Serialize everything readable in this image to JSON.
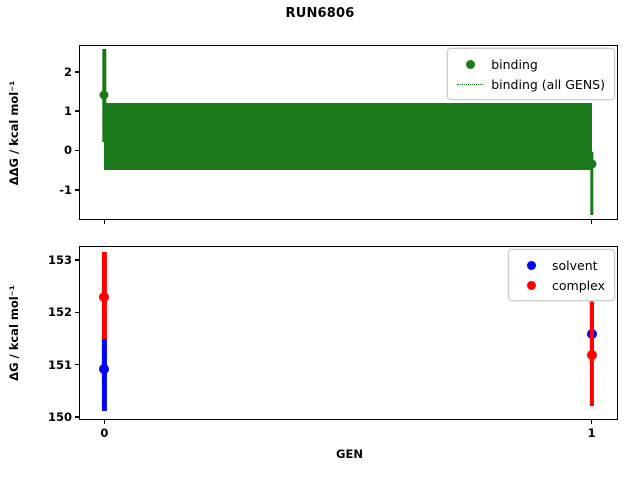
{
  "figure": {
    "title": "RUN6806",
    "xlabel": "GEN"
  },
  "colors": {
    "binding": "#1a7a1a",
    "solvent": "#0000ff",
    "complex": "#ff0000",
    "axis": "#000000",
    "background": "#ffffff"
  },
  "panels": {
    "top": {
      "ylabel": "ΔΔG / kcal mol⁻¹",
      "yticks": [
        "-1",
        "0",
        "1",
        "2"
      ],
      "legend": [
        {
          "label": "binding",
          "key": "marker",
          "color": "#1a7a1a"
        },
        {
          "label": "binding (all GENS)",
          "key": "dotted-line",
          "color": "#1a7a1a"
        }
      ]
    },
    "bottom": {
      "ylabel": "ΔG / kcal mol⁻¹",
      "yticks": [
        "150",
        "151",
        "152",
        "153"
      ],
      "legend": [
        {
          "label": "solvent",
          "key": "marker",
          "color": "#0000ff"
        },
        {
          "label": "complex",
          "key": "marker",
          "color": "#ff0000"
        }
      ]
    }
  },
  "xticks": [
    "0",
    "1"
  ],
  "chart_data": [
    {
      "type": "scatter",
      "panel": "top",
      "title": "RUN6806",
      "xlabel": "",
      "ylabel": "ΔΔG / kcal mol⁻¹",
      "x": [
        0,
        1
      ],
      "xlim": [
        -0.05,
        1.05
      ],
      "ylim": [
        -1.72,
        2.66
      ],
      "ytick_values": [
        -1,
        0,
        1,
        2
      ],
      "grid": false,
      "legend_position": "upper right",
      "series": [
        {
          "name": "binding",
          "color": "#1a7a1a",
          "style": "marker+errorbar",
          "values": [
            1.4,
            -0.35
          ],
          "yerr_low": [
            1.18,
            1.3
          ],
          "yerr_high": [
            1.18,
            0.3
          ]
        },
        {
          "name": "binding (all GENS)",
          "color": "#1a7a1a",
          "style": "dotted-line-dense",
          "band_top": 1.2,
          "band_bottom": -0.5,
          "x_start": 0,
          "x_end": 1
        }
      ]
    },
    {
      "type": "scatter",
      "panel": "bottom",
      "title": "",
      "xlabel": "GEN",
      "ylabel": "ΔG / kcal mol⁻¹",
      "x": [
        0,
        1
      ],
      "xlim": [
        -0.05,
        1.05
      ],
      "ylim": [
        149.98,
        153.25
      ],
      "ytick_values": [
        150,
        151,
        152,
        153
      ],
      "grid": false,
      "legend_position": "upper right",
      "series": [
        {
          "name": "solvent",
          "color": "#0000ff",
          "style": "marker+errorbar",
          "values": [
            150.92,
            151.58
          ],
          "yerr_low": [
            0.8,
            0.43
          ],
          "yerr_high": [
            0.58,
            0.65
          ]
        },
        {
          "name": "complex",
          "color": "#ff0000",
          "style": "marker+errorbar",
          "values": [
            152.3,
            151.18
          ],
          "yerr_low": [
            0.8,
            0.98
          ],
          "yerr_high": [
            0.85,
            1.08
          ]
        }
      ]
    }
  ]
}
